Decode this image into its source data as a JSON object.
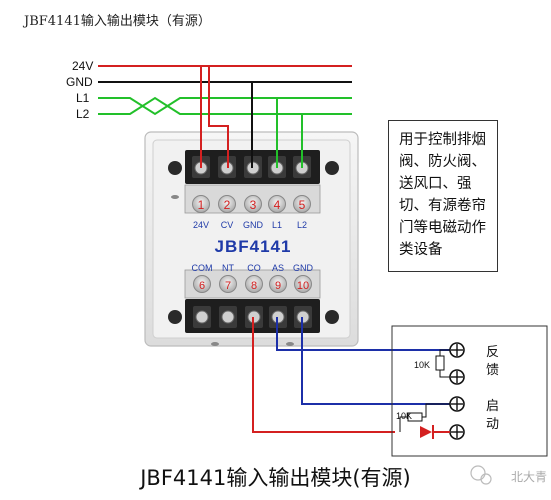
{
  "title": "JBF4141输入输出模块（有源）",
  "caption": "JBF4141输入输出模块(有源)",
  "wires": {
    "v24": "24V",
    "gnd": "GND",
    "l1": "L1",
    "l2": "L2"
  },
  "device": {
    "model": "JBF4141",
    "top_terminals": [
      {
        "num": "1",
        "label": "24V"
      },
      {
        "num": "2",
        "label": "CV"
      },
      {
        "num": "3",
        "label": "GND"
      },
      {
        "num": "4",
        "label": "L1"
      },
      {
        "num": "5",
        "label": "L2"
      }
    ],
    "bottom_terminals": [
      {
        "num": "6",
        "label": "COM"
      },
      {
        "num": "7",
        "label": "NT"
      },
      {
        "num": "8",
        "label": "CO"
      },
      {
        "num": "9",
        "label": "AS"
      },
      {
        "num": "10",
        "label": "GND"
      }
    ]
  },
  "note": "用于控制排烟阀、防火阀、送风口、强切、有源卷帘门等电磁动作类设备",
  "circuit": {
    "feedback_label": "反馈",
    "start_label": "启动",
    "resistor1": "10K",
    "resistor2": "10K"
  },
  "watermark": "北大青",
  "colors": {
    "red": "#d42020",
    "black": "#111111",
    "green": "#22c02a",
    "blue": "#1c2fa8"
  }
}
